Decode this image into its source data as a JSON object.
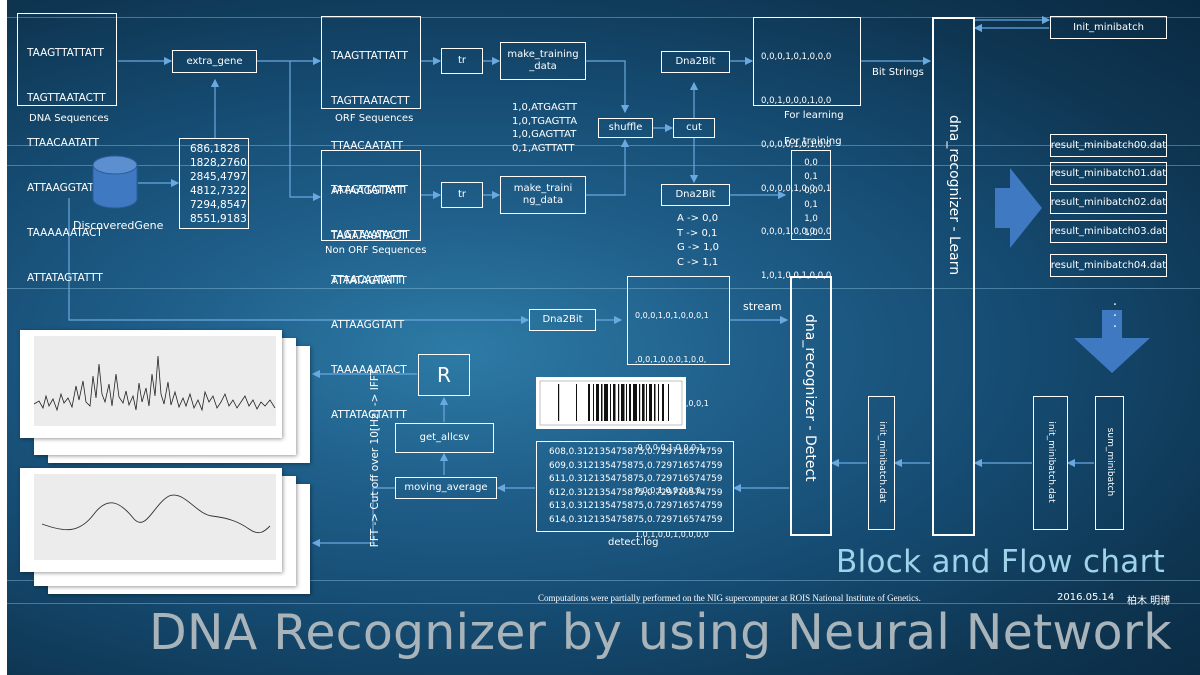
{
  "title": "DNA Recognizer by using Neural Network",
  "subtitle": "Block and Flow chart",
  "footer": {
    "note": "Computations were partially performed on the NIG supercomputer at ROIS National Institute of Genetics.",
    "date": "2016.05.14",
    "author": "柏木 明博"
  },
  "sequences": [
    "TAAGTTATTATT",
    "TAGTTAATACTT",
    "TTAACAATATT",
    "ATTAAGGTATT",
    "TAAAAAATACT",
    "ATTATAGTATTT"
  ],
  "orf_sequences": [
    "TAAGTTATTATT",
    "TAGTTAATACTT",
    "TTAACAATATT",
    "ATTAAGGTATT",
    "TAAAAAATACT",
    "ATTATAGTATTT"
  ],
  "non_orf_sequences": [
    "TAAGTTATTATT",
    "TAGTTAATACTT",
    "TTAACAATATT",
    "ATTAAGGTATT",
    "TAAAAAATACT",
    "ATTATAGTATTT"
  ],
  "labels": {
    "dna_sequences": "DNA Sequences",
    "orf_sequences": "ORF Sequences",
    "non_orf_sequences": "Non ORF Sequences",
    "discovered_gene": "DiscoveredGene",
    "for_learning": "For learning",
    "for_training": "For training",
    "bit_strings": "Bit Strings",
    "stream": "stream",
    "detect_log": "detect.log",
    "fft": "FFT -> Cut off over 10[Hz] -> IFFT",
    "dots": "· · ·"
  },
  "nodes": {
    "extra_gene": "extra_gene",
    "tr1": "tr",
    "tr2": "tr",
    "make_training_data1": "make_training\n_data",
    "make_training_data2": "make_traini\nng_data",
    "dna2bit1": "Dna2Bit",
    "dna2bit2": "Dna2Bit",
    "dna2bit3": "Dna2Bit",
    "shuffle": "shuffle",
    "cut": "cut",
    "init_minibatch": "Init_minibatch",
    "r": "R",
    "get_allcsv": "get_allcsv",
    "moving_average": "moving_average",
    "learn": "dna_recognizer  - Learn",
    "detect": "dna_recognizer  - Detect",
    "init_minibatch_dat_left": "init_minibatch.dat",
    "init_minibatch_dat_right": "init_minibatch.dat",
    "sum_minibatch": "sum_minibatch"
  },
  "gene_positions": [
    "686,1828",
    "1828,2760",
    "2845,4797",
    "4812,7322",
    "7294,8547",
    "8551,9183"
  ],
  "training_samples": [
    "1,0,ATGAGTT",
    "1,0,TGAGTTA",
    "1,0,GAGTTAT",
    "0,1,AGTTATT"
  ],
  "encoding": [
    "A -> 0,0",
    "T -> 0,1",
    "G -> 1,0",
    "C -> 1,1"
  ],
  "learning_bits": [
    "0,0,0,1,0,1,0,0,0",
    "0,0,1,0,0,0,1,0,0",
    "0,0,0,0,1,0,1,0,0",
    "0,0,0,0,1,0,0,0,1",
    "0,0,0,1,0,0,0,0,0",
    "1,0,1,0,0,1,0,0,0"
  ],
  "training_bits": [
    "0,0",
    "0,1",
    "0,0",
    "0,1",
    "1,0",
    "1,0"
  ],
  "stream_bits": [
    "0,0,0,1,0,1,0,0,0,1",
    ",0,0,1,0,0,0,1,0,0,",
    "0,0,0,0,1,0,1,0,0,1",
    ",0,0,0,0,1,0,0,0,1,",
    "0,0,0,1,0,0,0,0,0,",
    "1,0,1,0,0,1,0,0,0,0"
  ],
  "detect_log": [
    "608,0.312135475875,0.729716574759",
    "609,0.312135475875,0.729716574759",
    "611,0.312135475875,0.729716574759",
    "612,0.312135475875,0.729716574759",
    "613,0.312135475875,0.729716574759",
    "614,0.312135475875,0.729716574759"
  ],
  "results": [
    "result_minibatch00.dat",
    "result_minibatch01.dat",
    "result_minibatch02.dat",
    "result_minibatch03.dat",
    "result_minibatch04.dat"
  ],
  "colors": {
    "accent_arrow": "#3f79c1",
    "line": "#ffffff",
    "title": "#a9b4ba",
    "subtitle": "#9fd3ea"
  }
}
